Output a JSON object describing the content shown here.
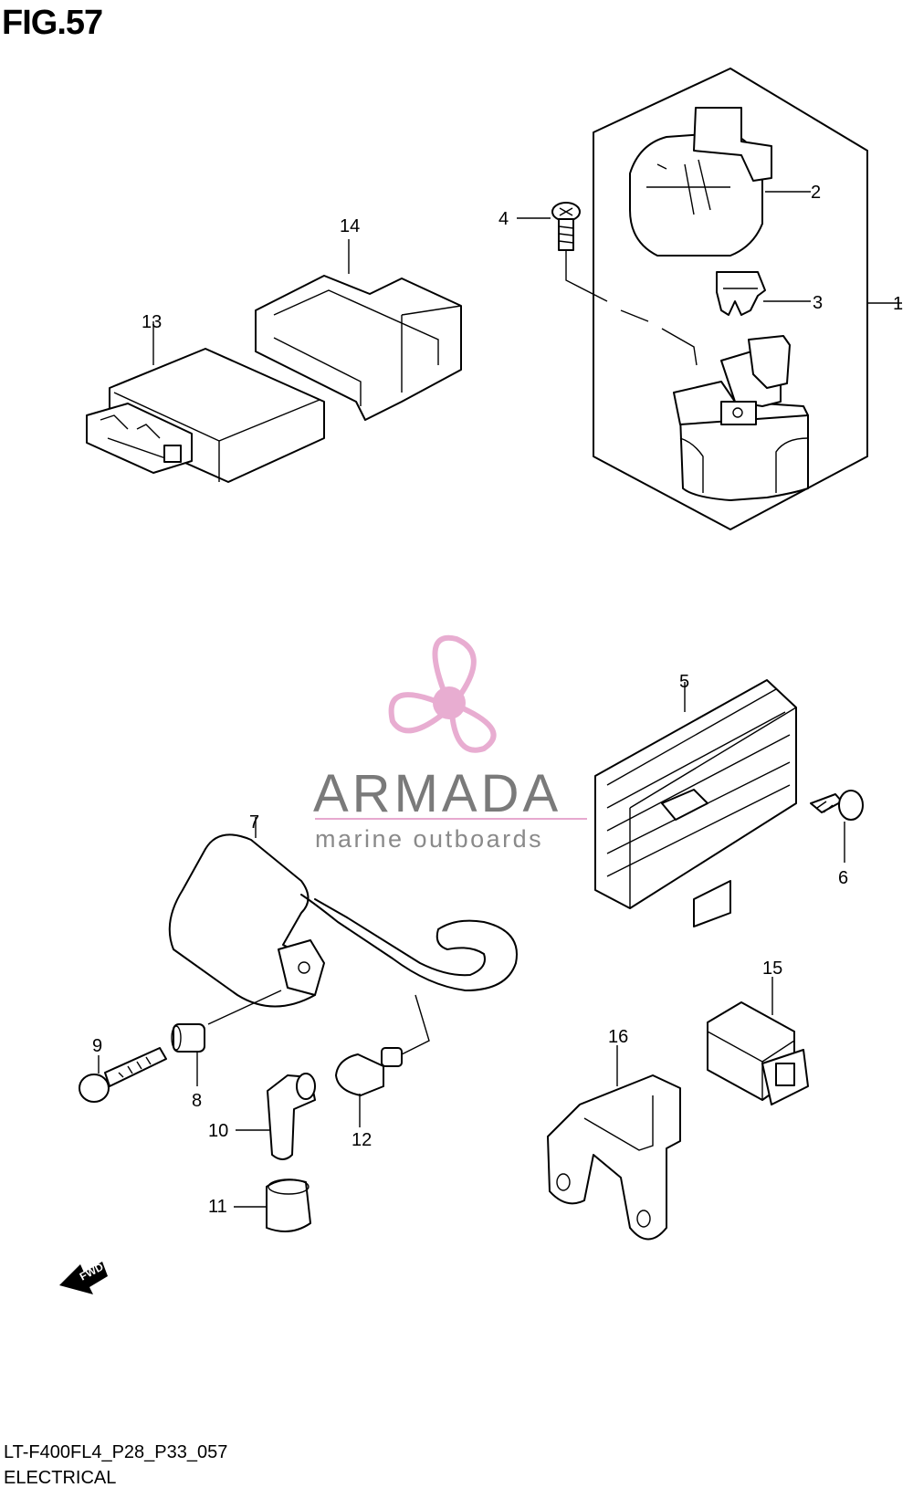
{
  "figure": {
    "title": "FIG.57"
  },
  "footer": {
    "code": "LT-F400FL4_P28_P33_057",
    "label": "ELECTRICAL"
  },
  "watermark": {
    "brand": "ARMADA",
    "tagline": "marine outboards",
    "logo_color": "#e7a9cf"
  },
  "callouts": [
    "1",
    "2",
    "3",
    "4",
    "5",
    "6",
    "7",
    "8",
    "9",
    "10",
    "11",
    "12",
    "13",
    "14",
    "15",
    "16"
  ],
  "direction_marker": {
    "text": "FWD"
  }
}
